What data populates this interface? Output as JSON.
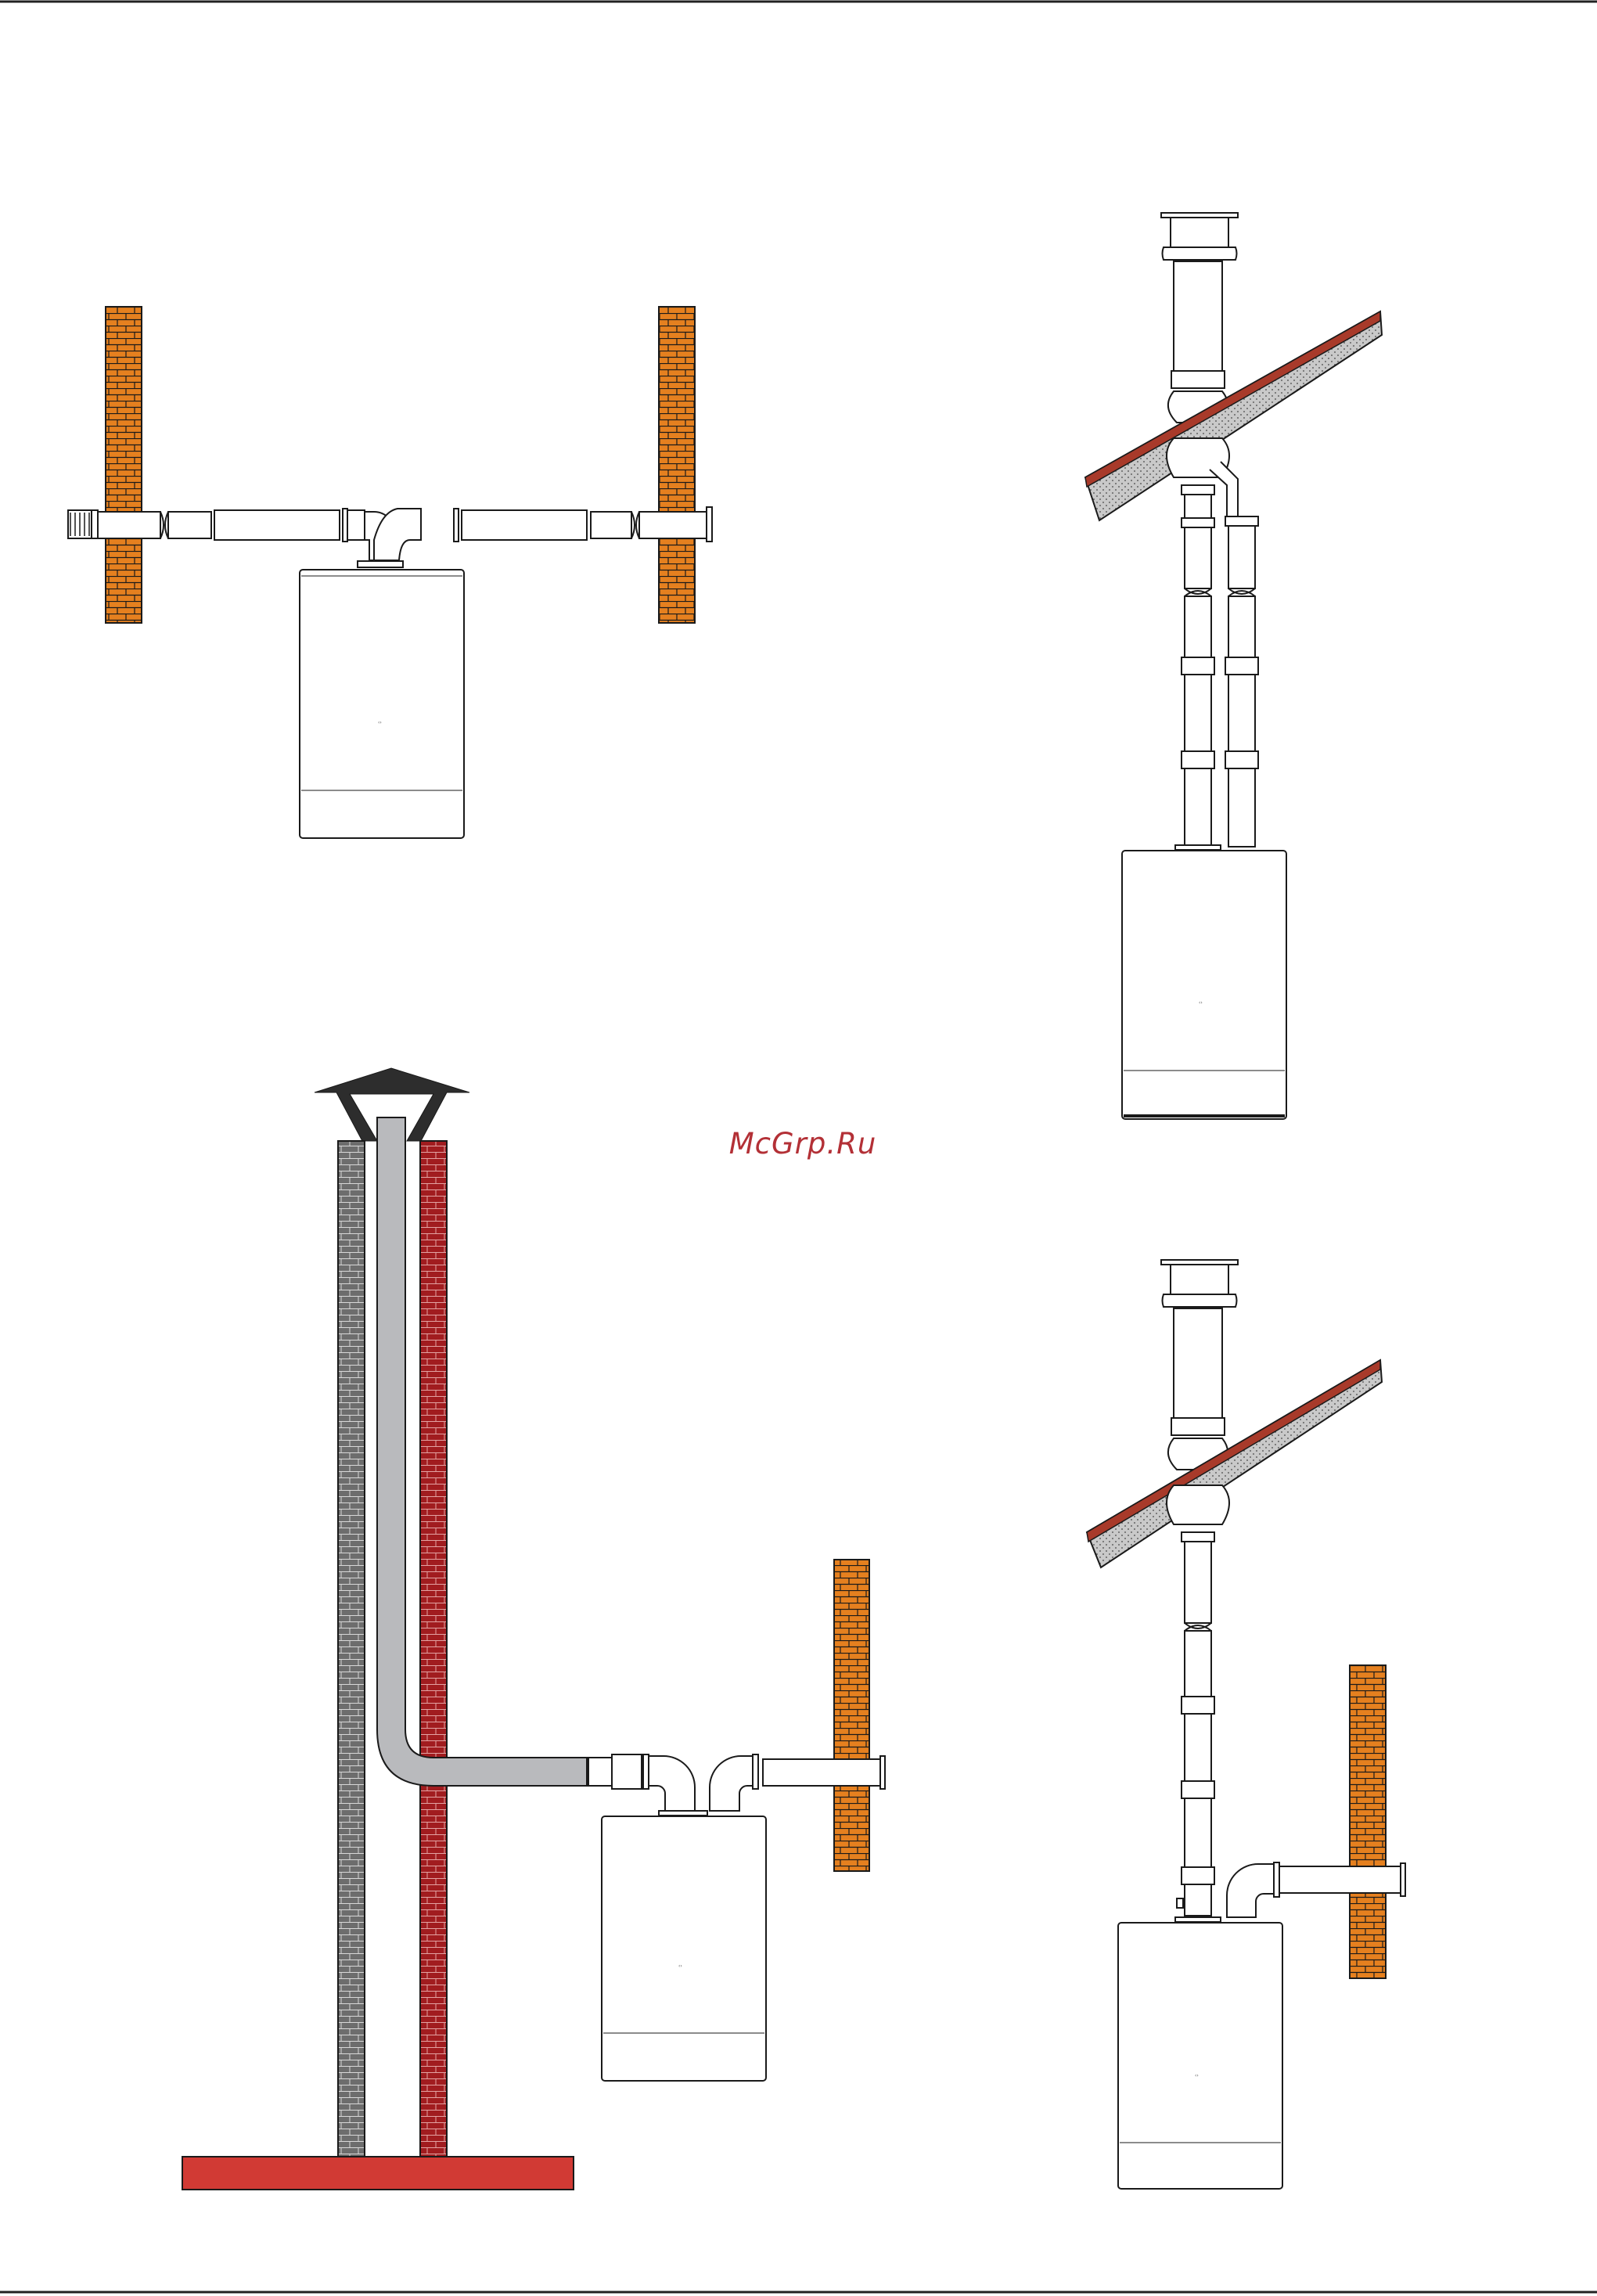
{
  "watermark": {
    "text": "McGrp.Ru"
  },
  "colors": {
    "brick_orange": "#e5801f",
    "brick_gray": "#6d6d6d",
    "brick_red": "#a11c1f",
    "roof_tile": "#a83a2a",
    "slab": "#d13a34",
    "flue_gray": "#b9babd",
    "cap_dark": "#2d2d2d"
  },
  "diagrams": [
    {
      "id": "horizontal-twin-pipe",
      "boiler_label": "‹›"
    },
    {
      "id": "vertical-twin-roof",
      "boiler_label": "‹›"
    },
    {
      "id": "chimney-liner",
      "boiler_label": "‹›"
    },
    {
      "id": "vertical-concentric-roof-with-wall-inlet",
      "boiler_label": "‹›"
    }
  ]
}
